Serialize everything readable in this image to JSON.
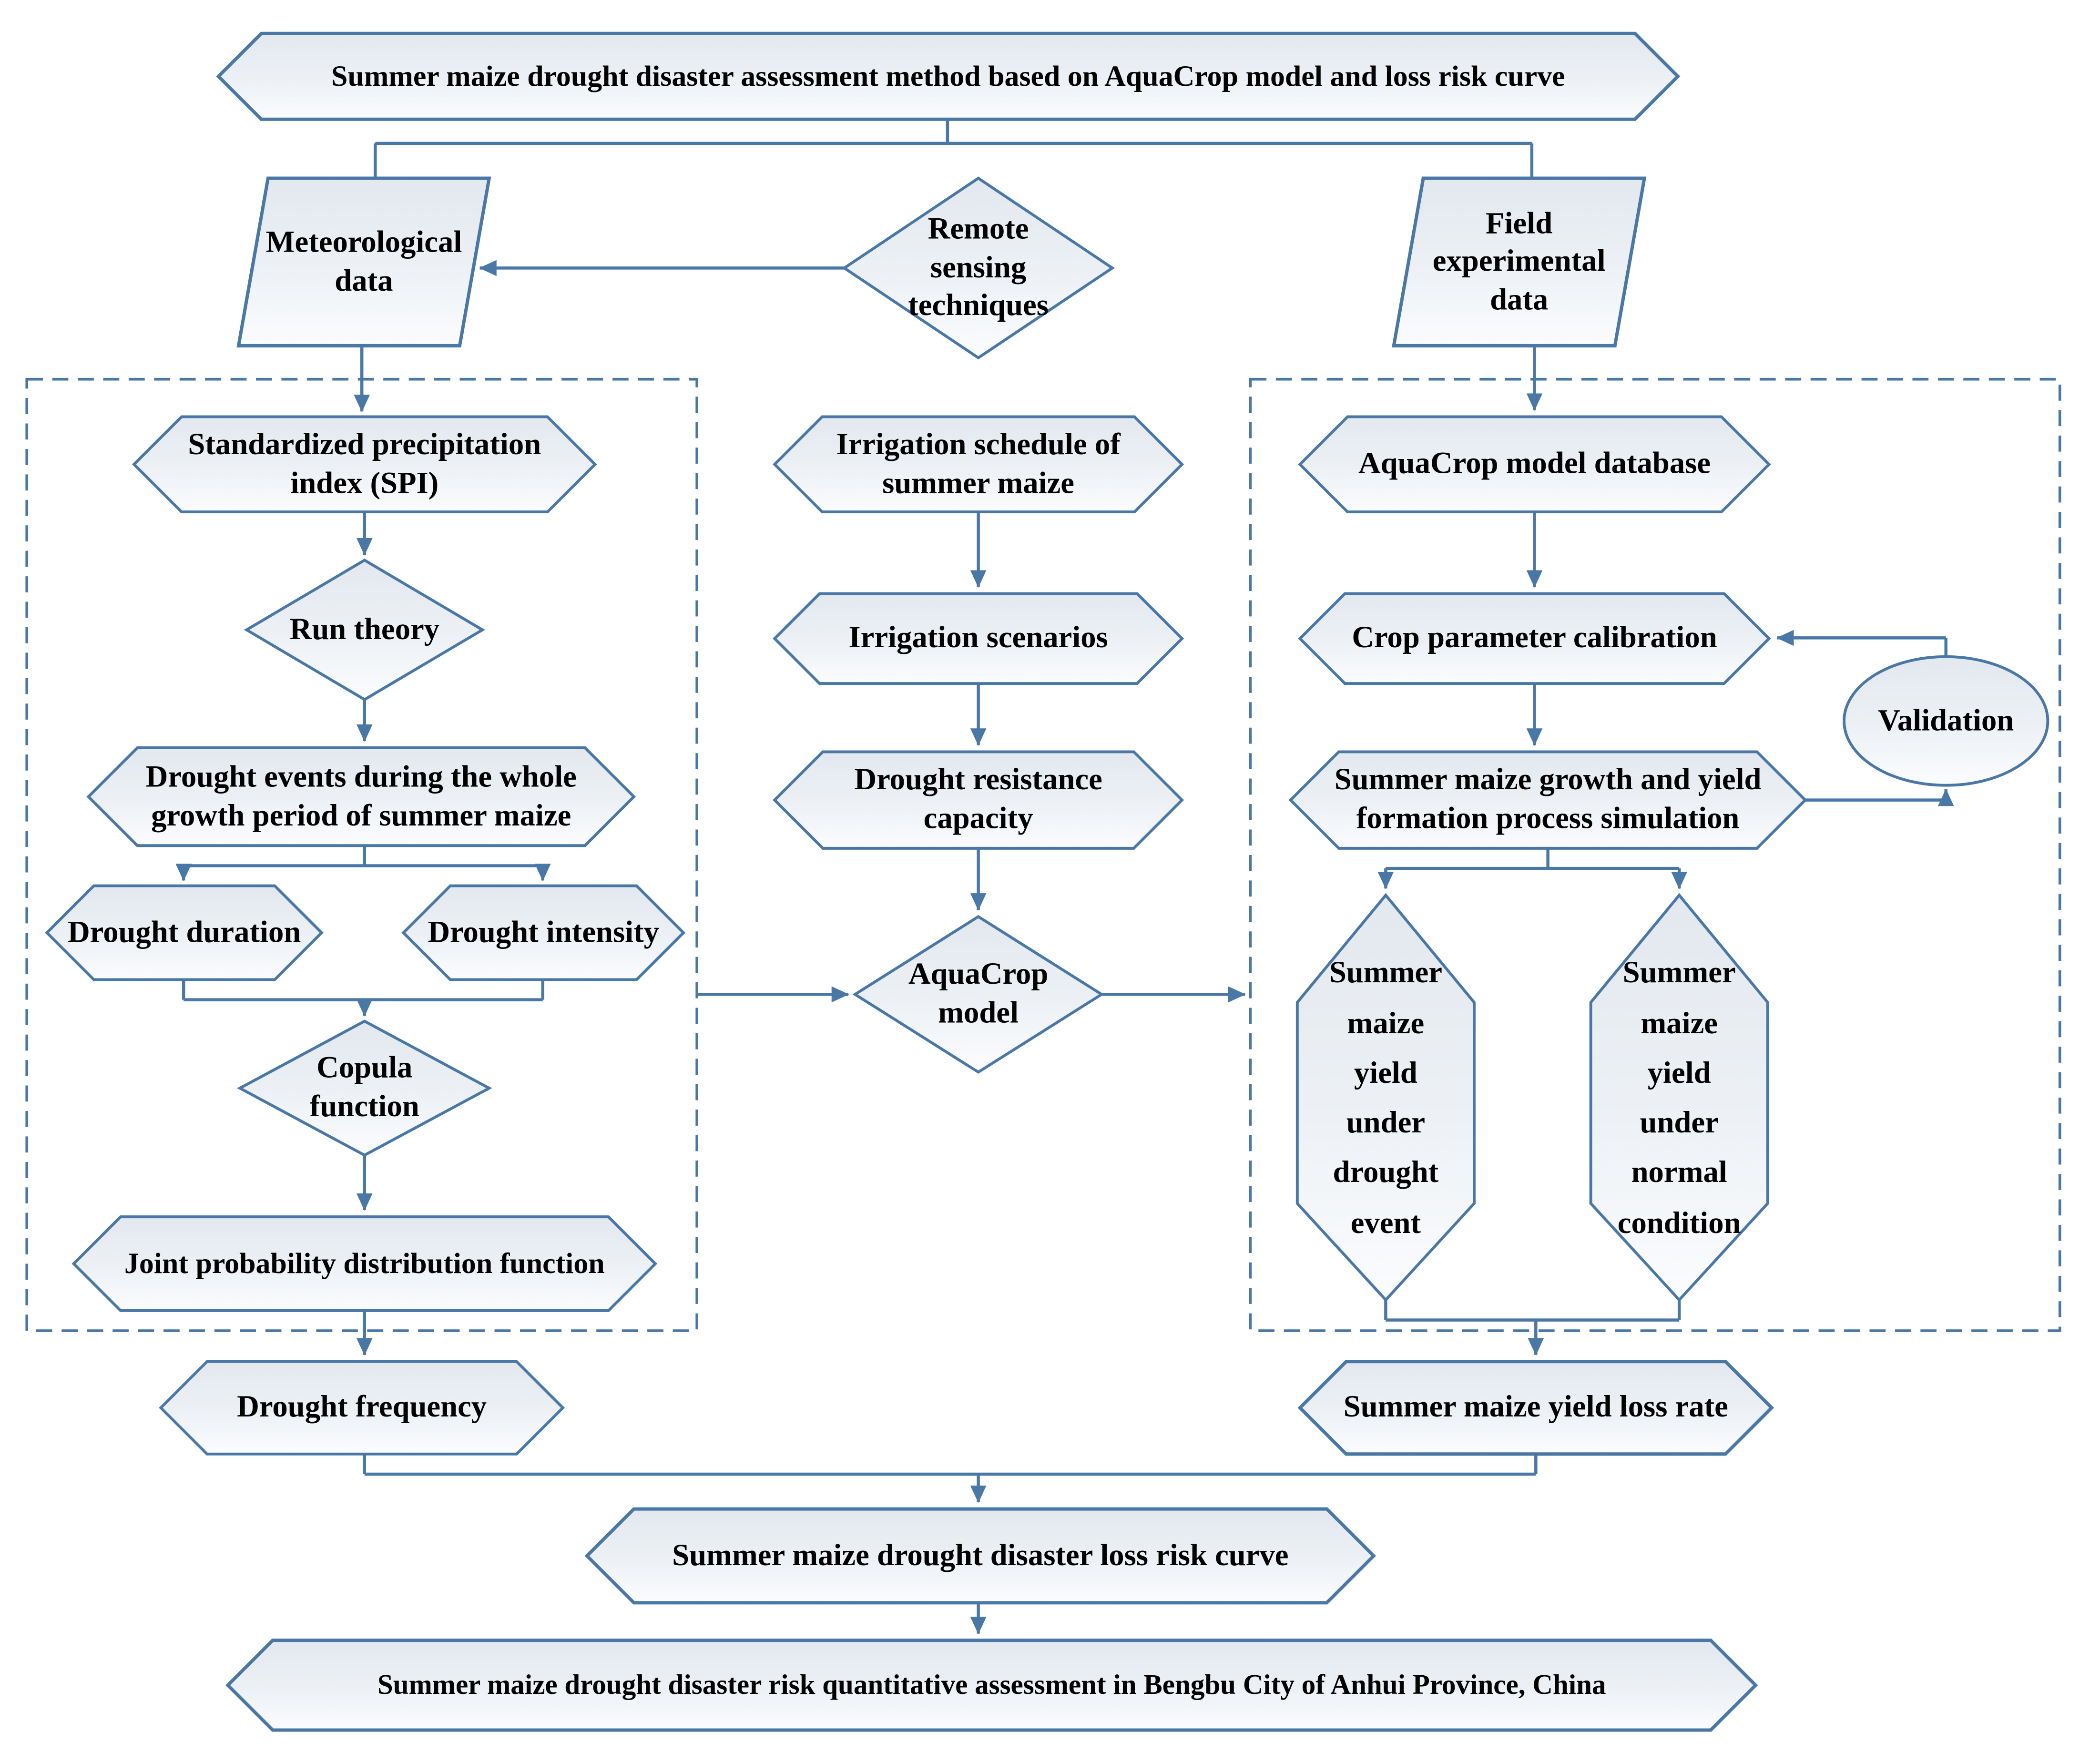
{
  "figure": {
    "type": "flowchart",
    "nodes": {
      "title": "Summer maize drought disaster assessment method based on AquaCrop model and loss risk curve",
      "meteorological": "Meteorological\ndata",
      "remote_sensing": "Remote\nsensing\ntechniques",
      "field_experimental": "Field\nexperimental\ndata",
      "spi": "Standardized precipitation\nindex (SPI)",
      "run_theory": "Run theory",
      "drought_events": "Drought events during the whole\ngrowth period of summer maize",
      "drought_duration": "Drought duration",
      "drought_intensity": "Drought intensity",
      "copula": "Copula\nfunction",
      "joint_probability": "Joint probability distribution function",
      "drought_frequency": "Drought frequency",
      "irrigation_schedule": "Irrigation schedule of\nsummer maize",
      "irrigation_scenarios": "Irrigation scenarios",
      "drought_resistance": "Drought resistance\ncapacity",
      "aquacrop_model": "AquaCrop\nmodel",
      "aquacrop_database": "AquaCrop model database",
      "crop_calibration": "Crop parameter calibration",
      "validation": "Validation",
      "simulation": "Summer maize growth and yield\nformation process simulation",
      "yield_drought": "Summer\nmaize\nyield\nunder\ndrought\nevent",
      "yield_normal": "Summer\nmaize\nyield\nunder\nnormal\ncondition",
      "yield_loss_rate": "Summer maize yield loss rate",
      "risk_curve": "Summer maize drought disaster loss risk curve",
      "assessment": "Summer maize drought disaster risk quantitative assessment in Bengbu City of Anhui Province, China"
    },
    "colors": {
      "line": "#4a78a6",
      "fill_top": "#e3e8ef",
      "fill_mid": "#edf1f5",
      "fill_bottom": "#fbfcfe",
      "text": "#000000",
      "background": "#ffffff"
    }
  }
}
